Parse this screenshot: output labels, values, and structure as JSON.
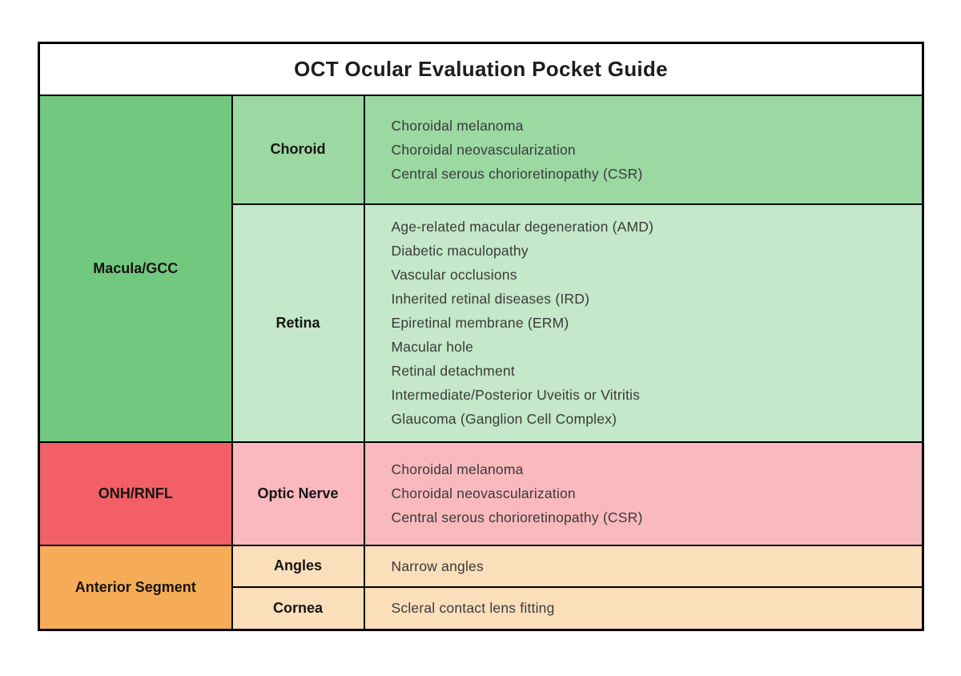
{
  "title": "OCT Ocular Evaluation Pocket Guide",
  "colors": {
    "category_green": "#72c87e",
    "subcategory_green": "#9bd8a2",
    "findings_green": "#c4e8c9",
    "category_red": "#f25f66",
    "findings_pink": "#f9b9be",
    "category_orange": "#f6ac56",
    "findings_orange": "#fbdfbb",
    "border": "#000000"
  },
  "sections": [
    {
      "category": "Macula/GCC",
      "rows": [
        {
          "subcategory": "Choroid",
          "items": [
            "Choroidal melanoma",
            "Choroidal neovascularization",
            "Central serous chorioretinopathy (CSR)"
          ]
        },
        {
          "subcategory": "Retina",
          "items": [
            "Age-related macular degeneration (AMD)",
            "Diabetic maculopathy",
            "Vascular occlusions",
            "Inherited retinal diseases (IRD)",
            "Epiretinal membrane (ERM)",
            "Macular hole",
            "Retinal detachment",
            "Intermediate/Posterior Uveitis or Vitritis",
            "Glaucoma (Ganglion Cell Complex)"
          ]
        }
      ]
    },
    {
      "category": "ONH/RNFL",
      "rows": [
        {
          "subcategory": "Optic Nerve",
          "items": [
            "Choroidal melanoma",
            "Choroidal neovascularization",
            "Central serous chorioretinopathy (CSR)"
          ]
        }
      ]
    },
    {
      "category": "Anterior Segment",
      "rows": [
        {
          "subcategory": "Angles",
          "items": [
            "Narrow angles"
          ]
        },
        {
          "subcategory": "Cornea",
          "items": [
            "Scleral contact lens fitting"
          ]
        }
      ]
    }
  ]
}
